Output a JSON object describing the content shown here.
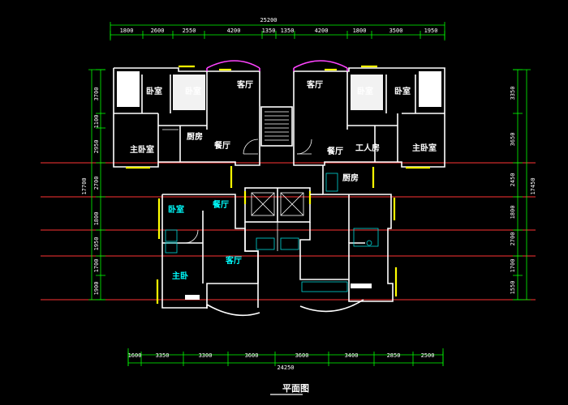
{
  "colors": {
    "background": "#000000",
    "walls": "#ffffff",
    "dimensions": "#00ff00",
    "axis_lines": "#ff3333",
    "windows": "#ffff00",
    "bay_windows": "#ff44ff",
    "fixtures": "#00d8d8"
  },
  "dimensions": {
    "top_total": "25200",
    "top_segments": [
      "1800",
      "2600",
      "2550",
      "4200",
      "1350",
      "1350",
      "4200",
      "1800",
      "3500",
      "1950"
    ],
    "bottom_total": "24250",
    "bottom_segments": [
      "1600",
      "3350",
      "3300",
      "3600",
      "3600",
      "3400",
      "2850",
      "2500"
    ],
    "left_total": "17700",
    "left_segments": [
      "3700",
      "1100",
      "2950",
      "2700",
      "1800",
      "1950",
      "1700",
      "1900"
    ],
    "right_total": "17450",
    "right_segments": [
      "3350",
      "3650",
      "2450",
      "1800",
      "2700",
      "1700",
      "1550"
    ]
  },
  "rooms": {
    "upper_left": {
      "bedroom_1": "卧室",
      "bedroom_2": "卧室",
      "living": "客厅",
      "master": "主卧室",
      "kitchen": "厨房",
      "dining": "餐厅"
    },
    "upper_right": {
      "living": "客厅",
      "bedroom_1": "卧室",
      "bedroom_2": "卧室",
      "dining": "餐厅",
      "worker": "工人房",
      "master": "主卧室",
      "kitchen": "厨房"
    },
    "lower_left": {
      "bedroom": "卧室",
      "dining": "餐厅",
      "living": "客厅",
      "master": "主卧"
    }
  },
  "title": "平面图"
}
